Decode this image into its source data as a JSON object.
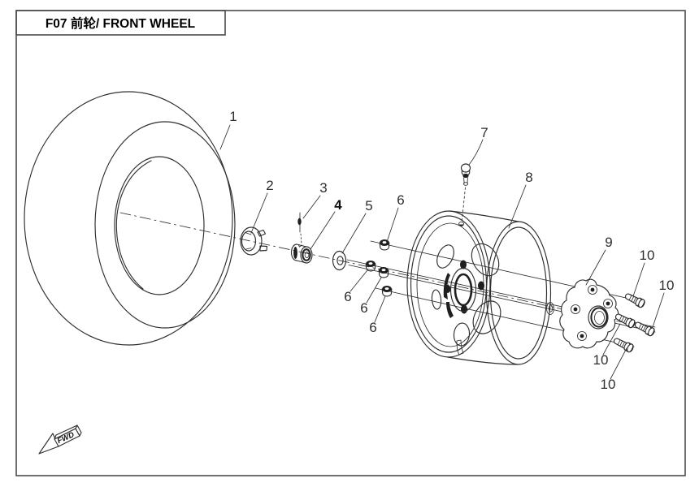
{
  "header": {
    "title": "F07 前轮/ FRONT WHEEL"
  },
  "callouts": [
    {
      "text": "1"
    },
    {
      "text": "2"
    },
    {
      "text": "3"
    },
    {
      "text": "4"
    },
    {
      "text": "5"
    },
    {
      "text": "6"
    },
    {
      "text": "6"
    },
    {
      "text": "6"
    },
    {
      "text": "6"
    },
    {
      "text": "7"
    },
    {
      "text": "8"
    },
    {
      "text": "9"
    },
    {
      "text": "10"
    },
    {
      "text": "10"
    },
    {
      "text": "10"
    },
    {
      "text": "10"
    }
  ],
  "direction_marker": {
    "text": "FWD"
  },
  "colors": {
    "line": "#2e2e2e",
    "background": "#ffffff",
    "border": "#4b4b4b"
  }
}
